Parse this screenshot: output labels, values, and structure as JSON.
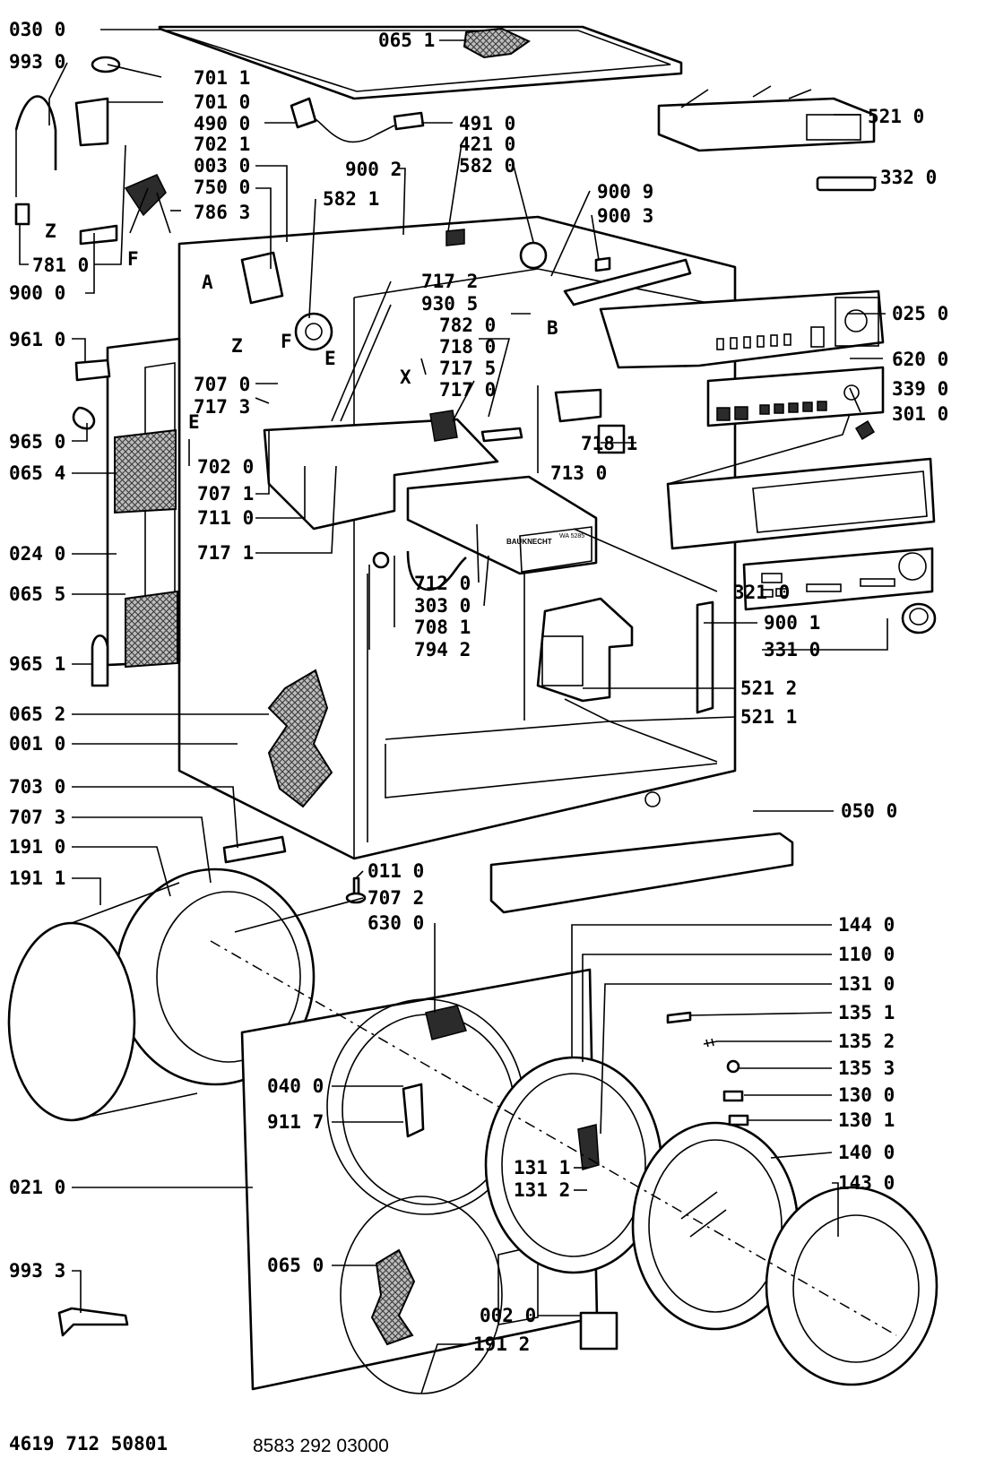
{
  "diagram": {
    "callouts": [
      {
        "id": "030 0",
        "text": "030 0"
      },
      {
        "id": "065 1",
        "text": "065 1"
      },
      {
        "id": "993 0",
        "text": "993 0"
      },
      {
        "id": "701 1",
        "text": "701 1"
      },
      {
        "id": "701 0",
        "text": "701 0"
      },
      {
        "id": "490 0",
        "text": "490 0"
      },
      {
        "id": "491 0",
        "text": "491 0"
      },
      {
        "id": "521 0",
        "text": "521 0"
      },
      {
        "id": "702 1",
        "text": "702 1"
      },
      {
        "id": "421 0",
        "text": "421 0"
      },
      {
        "id": "003 0",
        "text": "003 0"
      },
      {
        "id": "582 0",
        "text": "582 0"
      },
      {
        "id": "750 0",
        "text": "750 0"
      },
      {
        "id": "900 2",
        "text": "900 2"
      },
      {
        "id": "332 0",
        "text": "332 0"
      },
      {
        "id": "582 1",
        "text": "582 1"
      },
      {
        "id": "786 3",
        "text": "786 3"
      },
      {
        "id": "900 9",
        "text": "900 9"
      },
      {
        "id": "900 3",
        "text": "900 3"
      },
      {
        "id": "781 0",
        "text": "781 0"
      },
      {
        "id": "900 0",
        "text": "900 0"
      },
      {
        "id": "717 2",
        "text": "717 2"
      },
      {
        "id": "930 5",
        "text": "930 5"
      },
      {
        "id": "025 0",
        "text": "025 0"
      },
      {
        "id": "782 0",
        "text": "782 0"
      },
      {
        "id": "961 0",
        "text": "961 0"
      },
      {
        "id": "718 0",
        "text": "718 0"
      },
      {
        "id": "717 5",
        "text": "717 5"
      },
      {
        "id": "620 0",
        "text": "620 0"
      },
      {
        "id": "707 0",
        "text": "707 0"
      },
      {
        "id": "717 0",
        "text": "717 0"
      },
      {
        "id": "717 3",
        "text": "717 3"
      },
      {
        "id": "339 0",
        "text": "339 0"
      },
      {
        "id": "301 0",
        "text": "301 0"
      },
      {
        "id": "965 0",
        "text": "965 0"
      },
      {
        "id": "718 1",
        "text": "718 1"
      },
      {
        "id": "065 4",
        "text": "065 4"
      },
      {
        "id": "702 0",
        "text": "702 0"
      },
      {
        "id": "713 0",
        "text": "713 0"
      },
      {
        "id": "707 1",
        "text": "707 1"
      },
      {
        "id": "711 0",
        "text": "711 0"
      },
      {
        "id": "024 0",
        "text": "024 0"
      },
      {
        "id": "717 1",
        "text": "717 1"
      },
      {
        "id": "712 0",
        "text": "712 0"
      },
      {
        "id": "303 0",
        "text": "303 0"
      },
      {
        "id": "321 0",
        "text": "321 0"
      },
      {
        "id": "065 5",
        "text": "065 5"
      },
      {
        "id": "708 1",
        "text": "708 1"
      },
      {
        "id": "900 1",
        "text": "900 1"
      },
      {
        "id": "794 2",
        "text": "794 2"
      },
      {
        "id": "331 0",
        "text": "331 0"
      },
      {
        "id": "965 1",
        "text": "965 1"
      },
      {
        "id": "521 2",
        "text": "521 2"
      },
      {
        "id": "065 2",
        "text": "065 2"
      },
      {
        "id": "521 1",
        "text": "521 1"
      },
      {
        "id": "001 0",
        "text": "001 0"
      },
      {
        "id": "703 0",
        "text": "703 0"
      },
      {
        "id": "050 0",
        "text": "050 0"
      },
      {
        "id": "707 3",
        "text": "707 3"
      },
      {
        "id": "191 0",
        "text": "191 0"
      },
      {
        "id": "011 0",
        "text": "011 0"
      },
      {
        "id": "191 1",
        "text": "191 1"
      },
      {
        "id": "707 2",
        "text": "707 2"
      },
      {
        "id": "630 0",
        "text": "630 0"
      },
      {
        "id": "144 0",
        "text": "144 0"
      },
      {
        "id": "110 0",
        "text": "110 0"
      },
      {
        "id": "131 0",
        "text": "131 0"
      },
      {
        "id": "135 1",
        "text": "135 1"
      },
      {
        "id": "135 2",
        "text": "135 2"
      },
      {
        "id": "135 3",
        "text": "135 3"
      },
      {
        "id": "040 0",
        "text": "040 0"
      },
      {
        "id": "130 0",
        "text": "130 0"
      },
      {
        "id": "911 7",
        "text": "911 7"
      },
      {
        "id": "130 1",
        "text": "130 1"
      },
      {
        "id": "140 0",
        "text": "140 0"
      },
      {
        "id": "131 1",
        "text": "131 1"
      },
      {
        "id": "131 2",
        "text": "131 2"
      },
      {
        "id": "021 0",
        "text": "021 0"
      },
      {
        "id": "143 0",
        "text": "143 0"
      },
      {
        "id": "993 3",
        "text": "993 3"
      },
      {
        "id": "065 0",
        "text": "065 0"
      },
      {
        "id": "002 0",
        "text": "002 0"
      },
      {
        "id": "191 2",
        "text": "191 2"
      }
    ],
    "letter_markers": [
      "A",
      "Z",
      "F",
      "E",
      "B",
      "X"
    ],
    "panel_text": {
      "brand": "BAUKNECHT",
      "model": "WA 5285"
    },
    "footer": {
      "left_code": "4619 712 50801",
      "right_code": "8583 292 03000"
    }
  }
}
